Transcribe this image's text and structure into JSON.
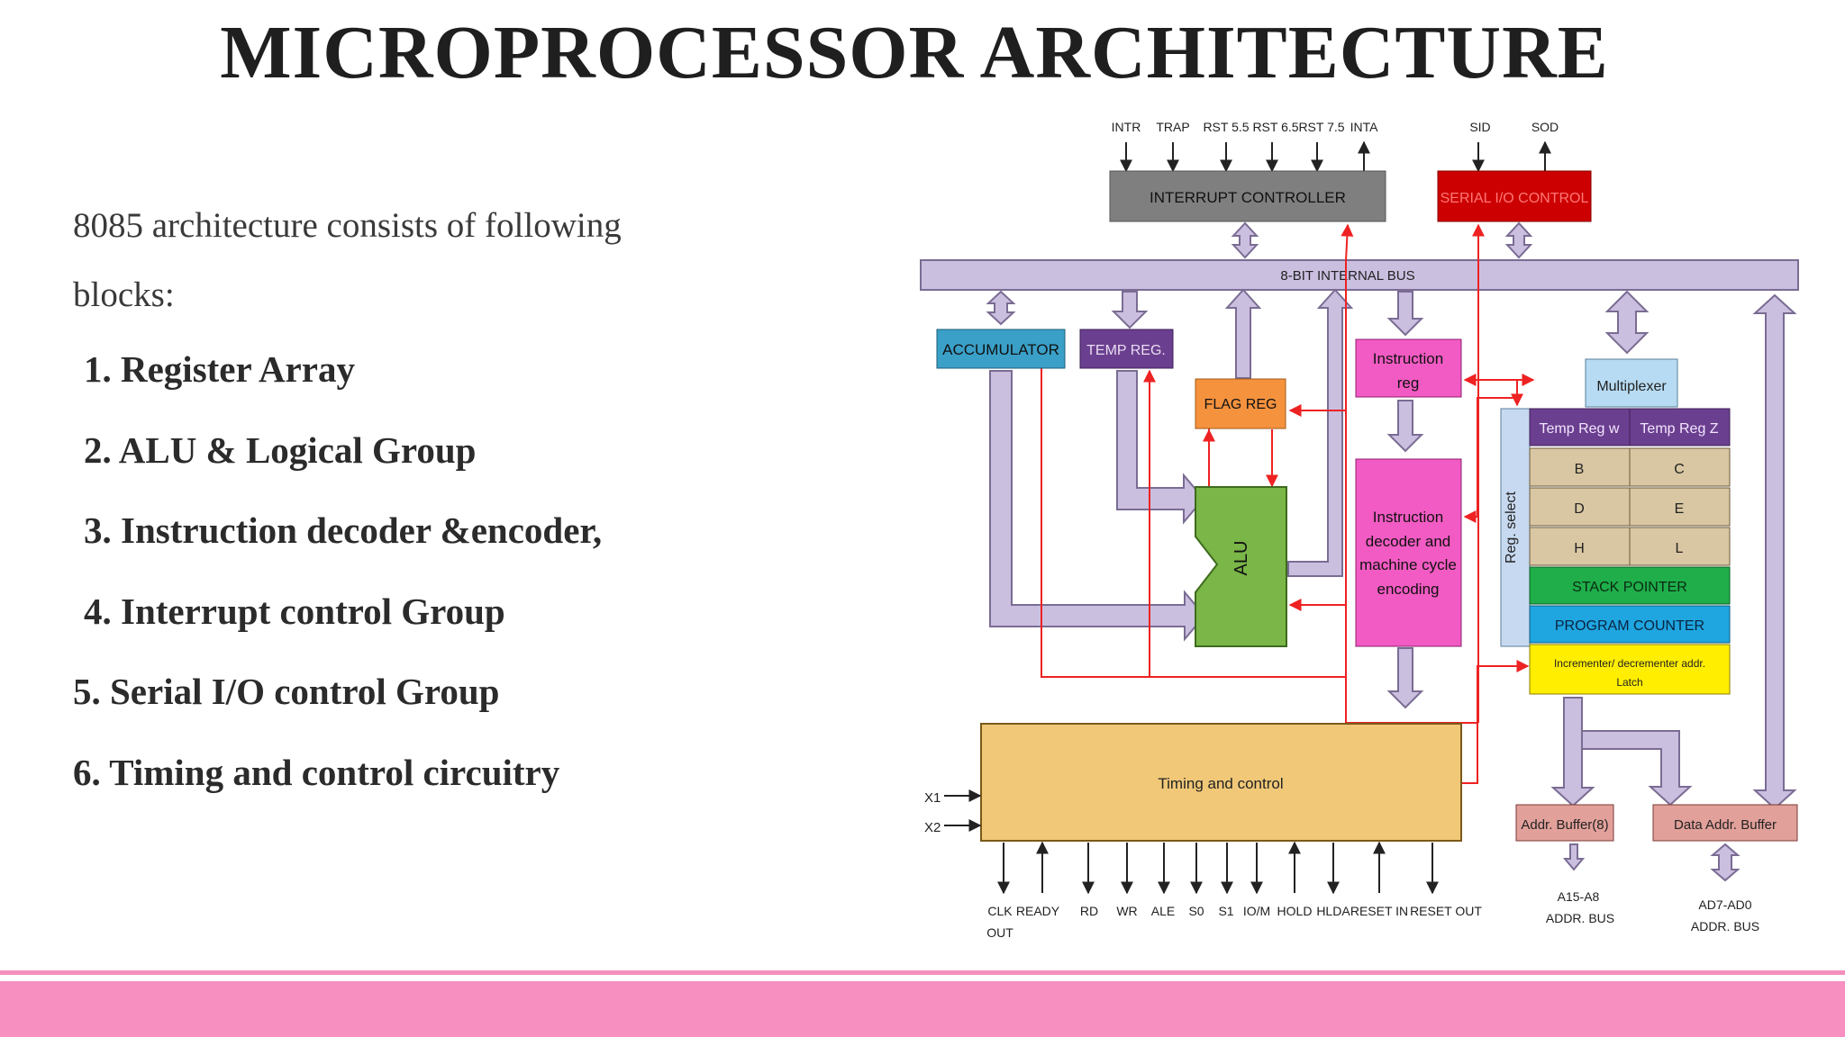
{
  "slide": {
    "title": "MICROPROCESSOR ARCHITECTURE",
    "intro": "8085 architecture consists of following blocks:",
    "blocks": [
      "1. Register Array",
      "2. ALU & Logical Group",
      "3. Instruction decoder &encoder,",
      "4. Interrupt control Group",
      "5. Serial I/O control Group",
      "6. Timing and control circuitry"
    ]
  },
  "diagram": {
    "interrupt_pins": [
      "INTR",
      "TRAP",
      "RST 5.5",
      "RST 6.5",
      "RST 7.5",
      "INTA"
    ],
    "serial_pins": [
      "SID",
      "SOD"
    ],
    "interrupt_controller": "INTERRUPT CONTROLLER",
    "serial_io_control": "SERIAL I/O CONTROL",
    "internal_bus": "8-BIT INTERNAL BUS",
    "accumulator": "ACCUMULATOR",
    "temp_reg": "TEMP REG.",
    "flag_reg": "FLAG REG",
    "alu": "ALU",
    "instruction_reg": [
      "Instruction",
      "reg"
    ],
    "instruction_decoder": [
      "Instruction",
      "decoder and",
      "machine cycle",
      "encoding"
    ],
    "multiplexer": "Multiplexer",
    "reg_select": "Reg. select",
    "register_array": {
      "temp_w": "Temp Reg w",
      "temp_z": "Temp Reg Z",
      "b": "B",
      "c": "C",
      "d": "D",
      "e": "E",
      "h": "H",
      "l": "L",
      "stack_pointer": "STACK POINTER",
      "program_counter": "PROGRAM COUNTER",
      "incrementer": [
        "Incrementer/ decrementer addr.",
        "Latch"
      ]
    },
    "timing_control": "Timing and control",
    "clock_inputs": [
      "X1",
      "X2"
    ],
    "control_pins": [
      "CLK",
      "OUT",
      "READY",
      "RD",
      "WR",
      "ALE",
      "S0",
      "S1",
      "IO/M",
      "HOLD",
      "HLDA",
      "RESET IN",
      "RESET OUT"
    ],
    "addr_buffer": "Addr. Buffer(8)",
    "data_addr_buffer": "Data Addr. Buffer",
    "addr_bus": [
      "A15-A8",
      "ADDR. BUS"
    ],
    "data_bus": [
      "AD7-AD0",
      "ADDR. BUS"
    ]
  },
  "colors": {
    "bus": "#cbbfe0",
    "bus_stroke": "#7a6c93",
    "interrupt_controller": "#7f7f7f",
    "serial_io_control": "#cc0000",
    "accumulator": "#3aa0c8",
    "temp_reg": "#6b3f8f",
    "flag_reg": "#f5923e",
    "alu": "#7ab648",
    "instruction": "#f25bc3",
    "multiplexer": "#b7dbf2",
    "reg_select": "#c7d9f0",
    "temp_wz": "#6b3f8f",
    "registers": "#d9c7a3",
    "stack_pointer": "#1fae4a",
    "program_counter": "#1fa6e0",
    "incrementer": "#ffee00",
    "timing": "#f0c878",
    "buffers": "#e2a09a",
    "signal": "#ee2222",
    "footer": "#f78fc0"
  }
}
